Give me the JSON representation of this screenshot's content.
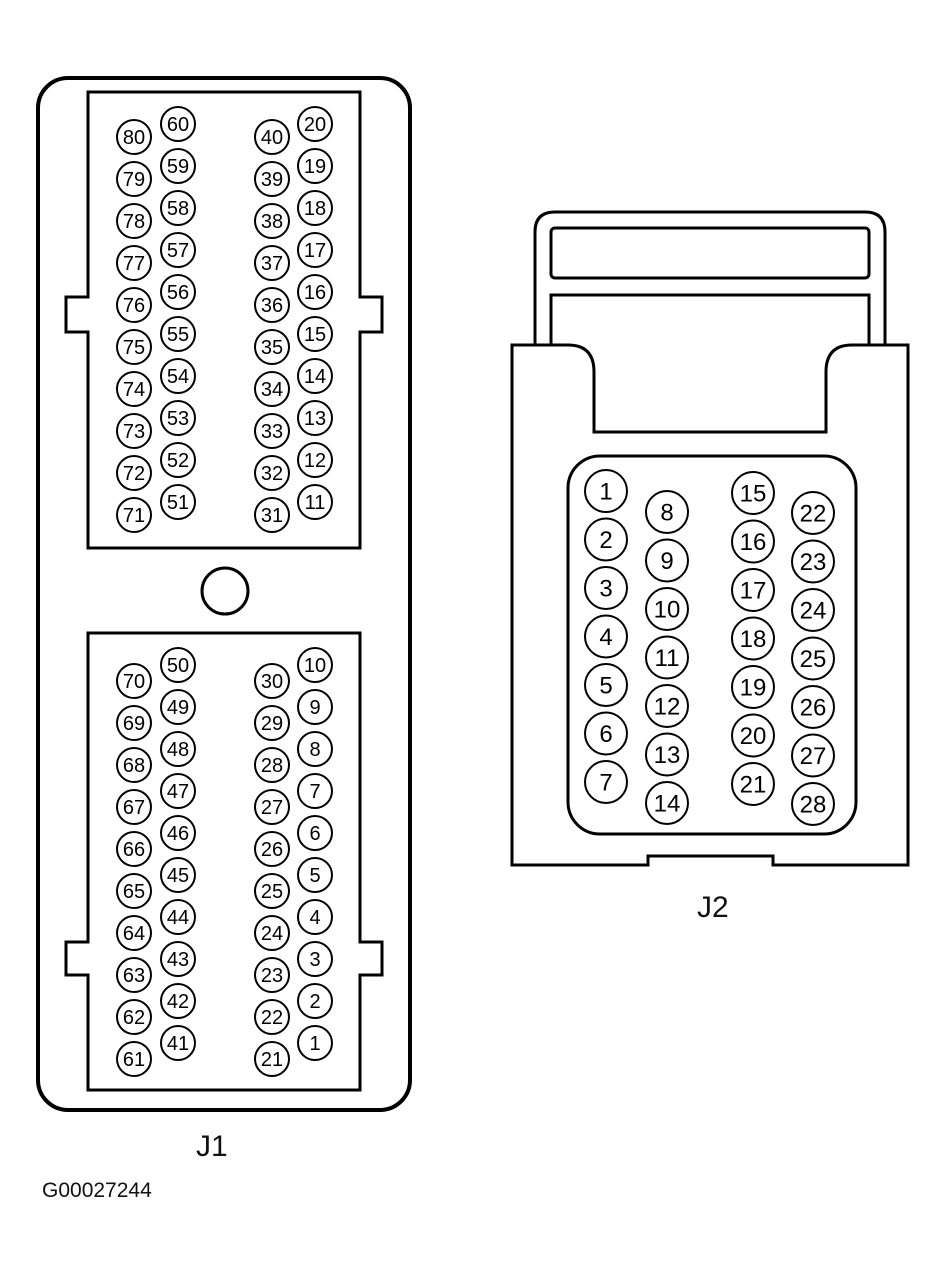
{
  "connectors": [
    {
      "id": "J1",
      "label": "J1",
      "upper_block": [
        [
          "80",
          "79",
          "78",
          "77",
          "76",
          "75",
          "74",
          "73",
          "72",
          "71"
        ],
        [
          "60",
          "59",
          "58",
          "57",
          "56",
          "55",
          "54",
          "53",
          "52",
          "51"
        ],
        [
          "40",
          "39",
          "38",
          "37",
          "36",
          "35",
          "34",
          "33",
          "32",
          "31"
        ],
        [
          "20",
          "19",
          "18",
          "17",
          "16",
          "15",
          "14",
          "13",
          "12",
          "11"
        ]
      ],
      "lower_block": [
        [
          "70",
          "69",
          "68",
          "67",
          "66",
          "65",
          "64",
          "63",
          "62",
          "61"
        ],
        [
          "50",
          "49",
          "48",
          "47",
          "46",
          "45",
          "44",
          "43",
          "42",
          "41"
        ],
        [
          "30",
          "29",
          "28",
          "27",
          "26",
          "25",
          "24",
          "23",
          "22",
          "21"
        ],
        [
          "10",
          "9",
          "8",
          "7",
          "6",
          "5",
          "4",
          "3",
          "2",
          "1"
        ]
      ]
    },
    {
      "id": "J2",
      "label": "J2",
      "pin_columns": [
        [
          "1",
          "2",
          "3",
          "4",
          "5",
          "6",
          "7"
        ],
        [
          "8",
          "9",
          "10",
          "11",
          "12",
          "13",
          "14"
        ],
        [
          "15",
          "16",
          "17",
          "18",
          "19",
          "20",
          "21"
        ],
        [
          "22",
          "23",
          "24",
          "25",
          "26",
          "27",
          "28"
        ]
      ]
    }
  ],
  "figure_id": "G00027244"
}
